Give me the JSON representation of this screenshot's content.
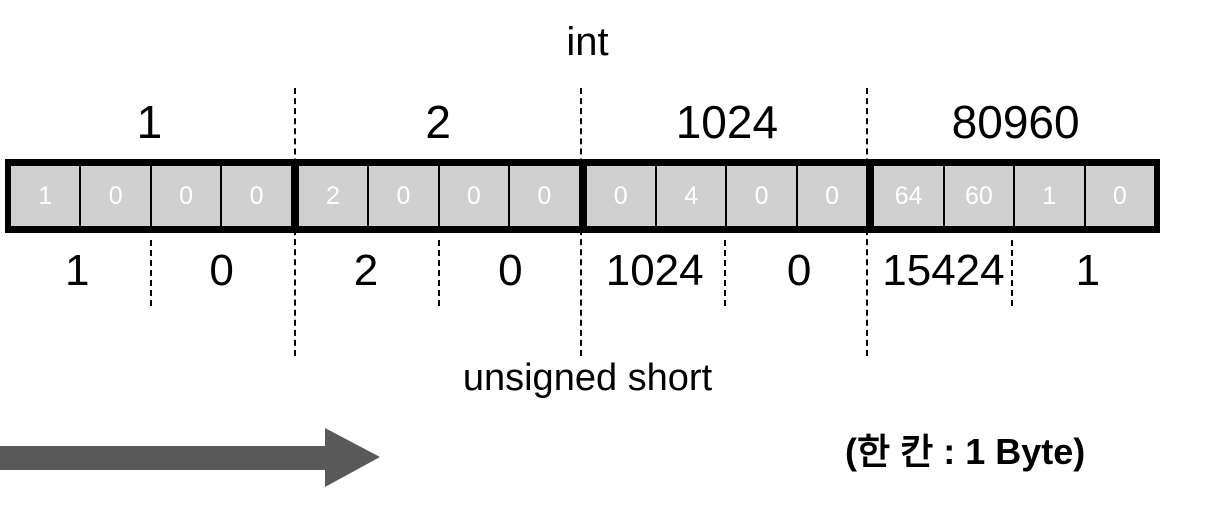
{
  "diagram": {
    "top_type_label": "int",
    "bottom_type_label": "unsigned short",
    "byte_caption": "(한 칸 : 1 Byte)",
    "cell_color": "#d0d0d0",
    "cell_text_color": "#ffffff",
    "border_color": "#000000",
    "arrow_color": "#595959",
    "arrow_icon": "right-arrow-icon"
  },
  "int_values": [
    "1",
    "2",
    "1024",
    "80960"
  ],
  "unsigned_short_values": [
    "1",
    "0",
    "2",
    "0",
    "1024",
    "0",
    "15424",
    "1"
  ],
  "byte_groups": [
    {
      "bytes": [
        "1",
        "0",
        "0",
        "0"
      ]
    },
    {
      "bytes": [
        "2",
        "0",
        "0",
        "0"
      ]
    },
    {
      "bytes": [
        "0",
        "4",
        "0",
        "0"
      ]
    },
    {
      "bytes": [
        "64",
        "60",
        "1",
        "0"
      ]
    }
  ],
  "dashed_lines": {
    "long_x": [
      294,
      580,
      866
    ],
    "short_x": [
      150,
      438,
      724,
      1011
    ]
  }
}
